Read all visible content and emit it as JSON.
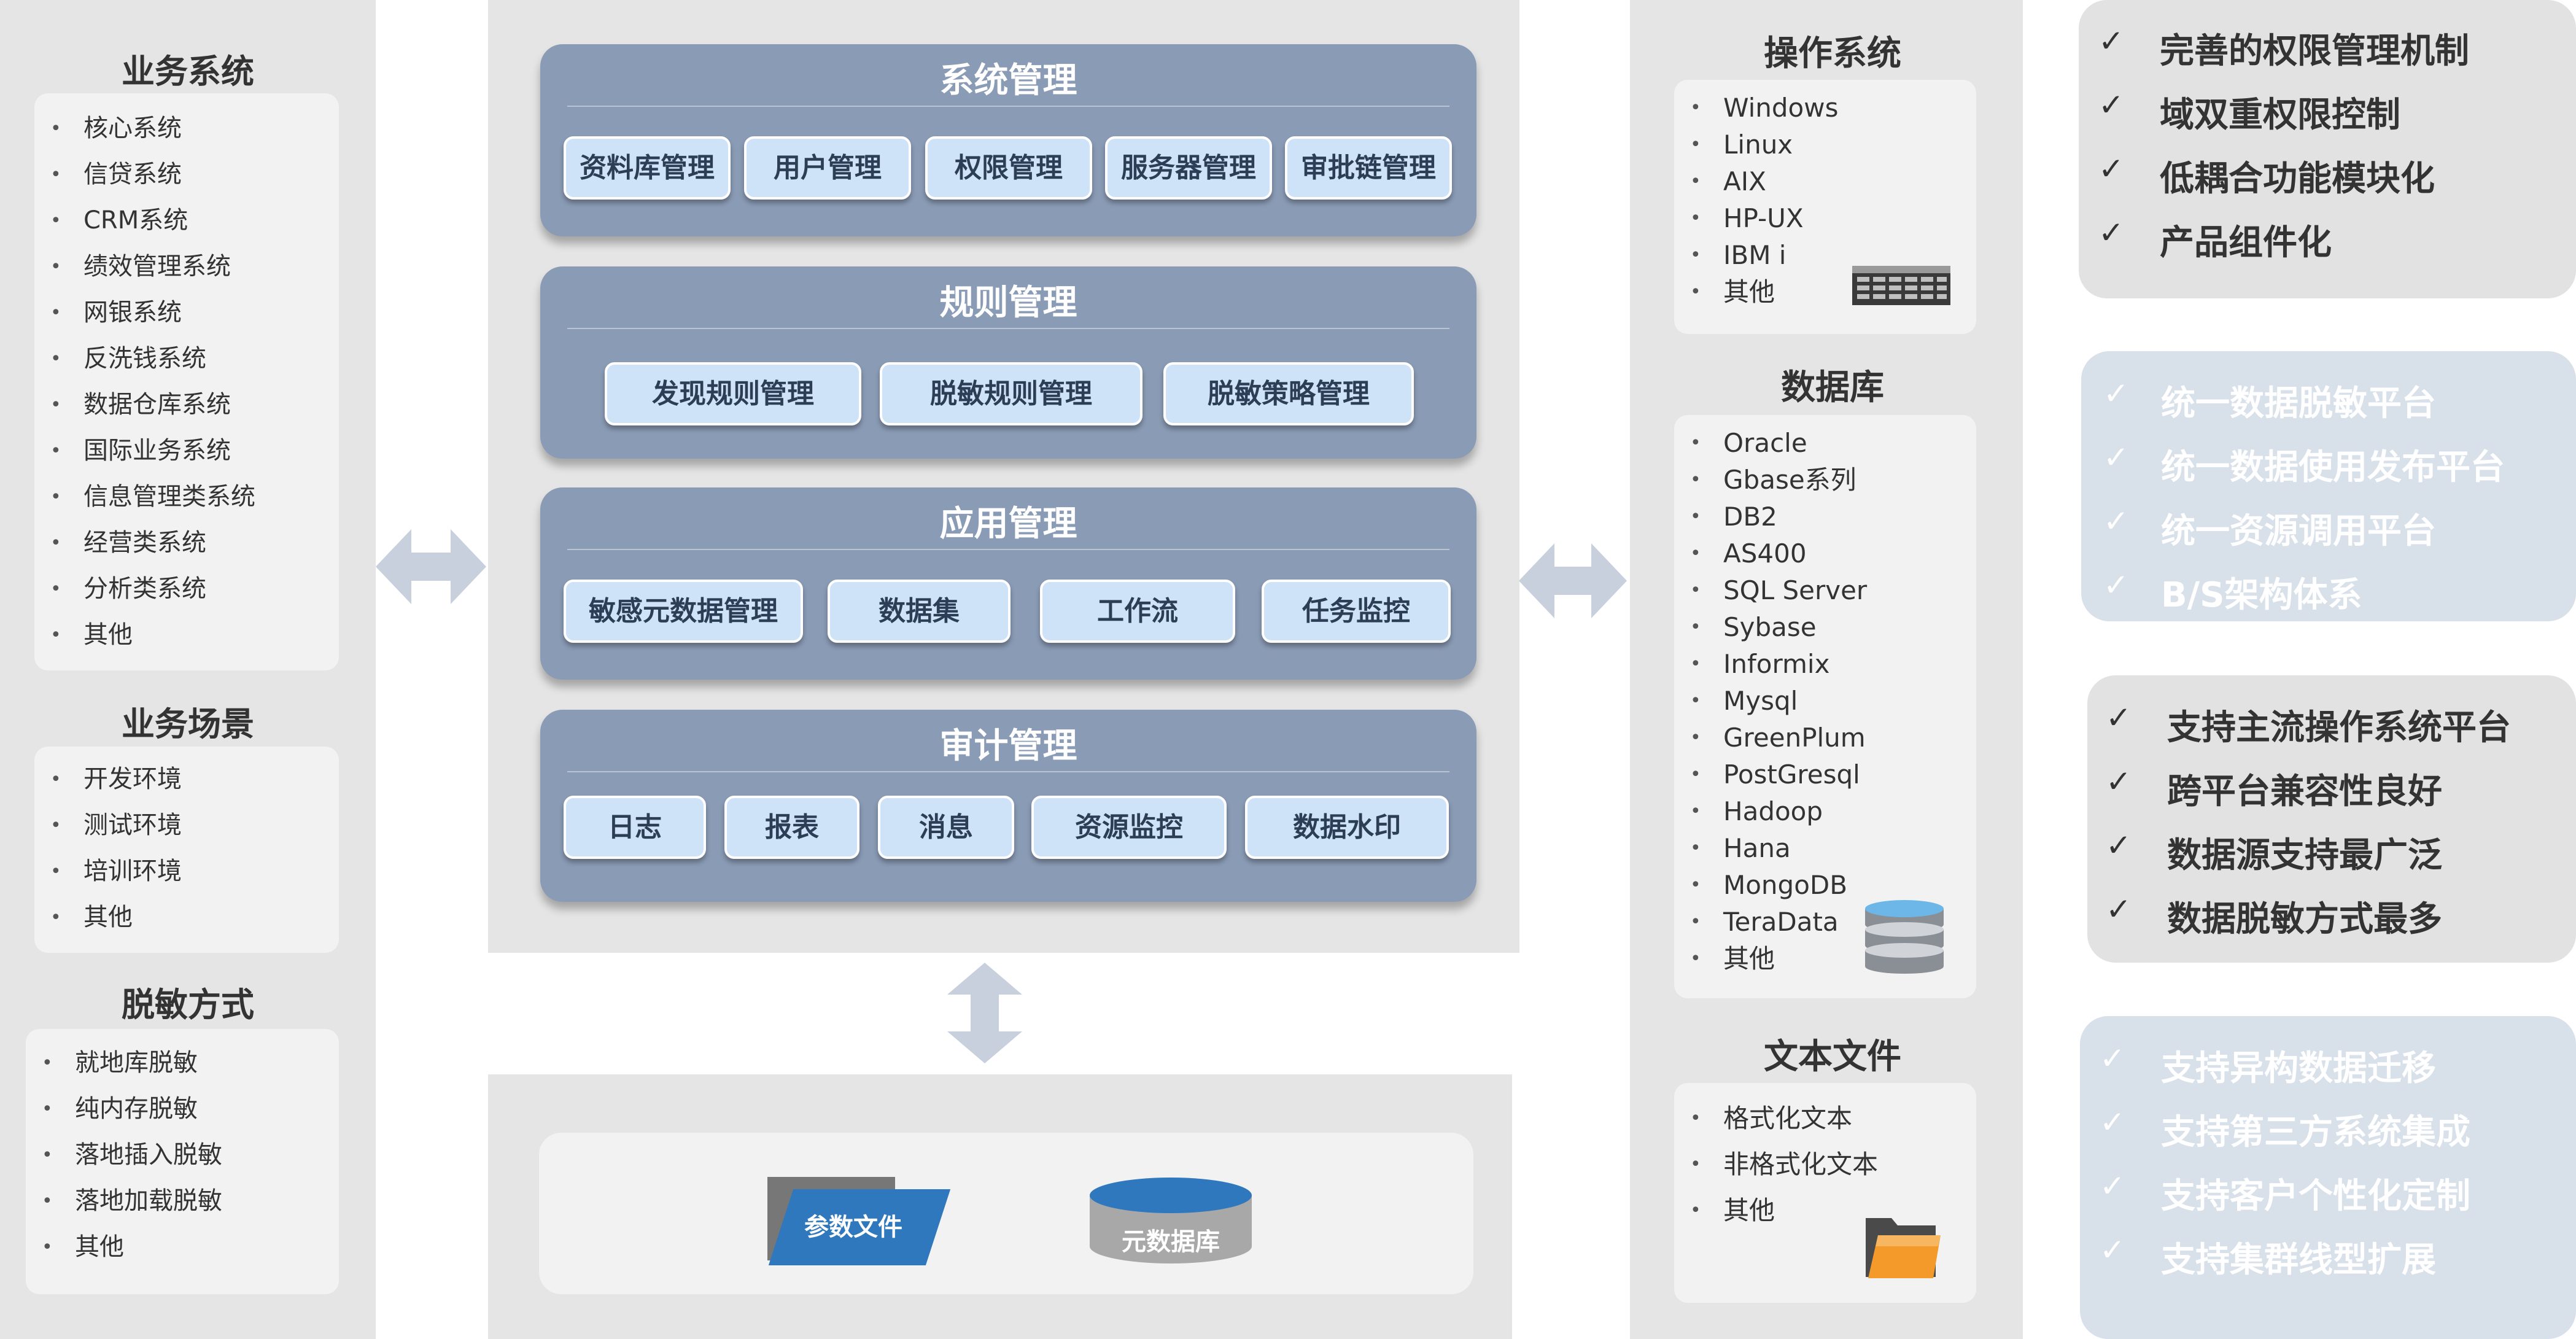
{
  "left": {
    "business_systems": {
      "title": "业务系统",
      "items": [
        "核心系统",
        "信贷系统",
        "CRM系统",
        "绩效管理系统",
        "网银系统",
        "反洗钱系统",
        "数据仓库系统",
        "国际业务系统",
        "信息管理类系统",
        "经营类系统",
        "分析类系统",
        "其他"
      ]
    },
    "business_scenarios": {
      "title": "业务场景",
      "items": [
        "开发环境",
        "测试环境",
        "培训环境",
        "其他"
      ]
    },
    "masking_methods": {
      "title": "脱敏方式",
      "items": [
        "就地库脱敏",
        "纯内存脱敏",
        "落地插入脱敏",
        "落地加载脱敏",
        "其他"
      ]
    }
  },
  "modules": [
    {
      "title": "系统管理",
      "items": [
        "资料库管理",
        "用户管理",
        "权限管理",
        "服务器管理",
        "审批链管理"
      ]
    },
    {
      "title": "规则管理",
      "items": [
        "发现规则管理",
        "脱敏规则管理",
        "脱敏策略管理"
      ]
    },
    {
      "title": "应用管理",
      "items": [
        "敏感元数据管理",
        "数据集",
        "工作流",
        "任务监控"
      ]
    },
    {
      "title": "审计管理",
      "items": [
        "日志",
        "报表",
        "消息",
        "资源监控",
        "数据水印"
      ]
    }
  ],
  "storage": {
    "param_file": "参数文件",
    "metadata_db": "元数据库"
  },
  "right": {
    "os": {
      "title": "操作系统",
      "items": [
        "Windows",
        "Linux",
        "AIX",
        "HP-UX",
        "IBM i",
        "其他"
      ],
      "icon": "server-icon"
    },
    "db": {
      "title": "数据库",
      "items": [
        "Oracle",
        "Gbase系列",
        "DB2",
        "AS400",
        "SQL Server",
        "Sybase",
        "Informix",
        "Mysql",
        "GreenPlum",
        "PostGresql",
        "Hadoop",
        "Hana",
        "MongoDB",
        "TeraData",
        "其他"
      ],
      "icon": "database-icon"
    },
    "text": {
      "title": "文本文件",
      "items": [
        "格式化文本",
        "非格式化文本",
        "其他"
      ],
      "icon": "folder-icon"
    }
  },
  "features": [
    {
      "style": "gray",
      "items": [
        "完善的权限管理机制",
        "域双重权限控制",
        "低耦合功能模块化",
        "产品组件化"
      ]
    },
    {
      "style": "blue",
      "items": [
        "统一数据脱敏平台",
        "统一数据使用发布平台",
        "统一资源调用平台",
        "B/S架构体系"
      ]
    },
    {
      "style": "gray",
      "items": [
        "支持主流操作系统平台",
        "跨平台兼容性良好",
        "数据源支持最广泛",
        "数据脱敏方式最多"
      ]
    },
    {
      "style": "blue",
      "items": [
        "支持异构数据迁移",
        "支持第三方系统集成",
        "支持客户个性化定制",
        "支持集群线型扩展"
      ]
    }
  ],
  "tick": "✓",
  "colors": {
    "module_bg": "#8a9bb5",
    "chip_bg": "#cfe3f8",
    "accent_blue": "#2f78bd",
    "panel_gray": "#e5e5e5"
  }
}
